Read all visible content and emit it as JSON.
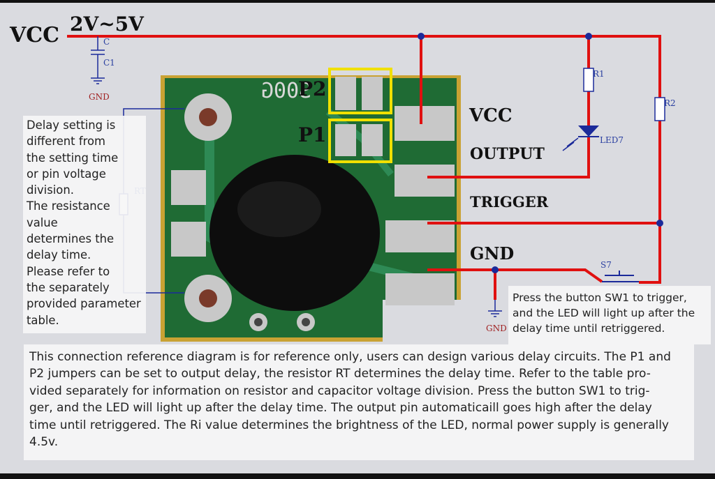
{
  "diagram": {
    "supply_label": "VCC",
    "supply_range": "2V~5V",
    "cap_c": "C",
    "cap_c1": "C1",
    "gnd_top": "GND",
    "gnd_bottom": "GND",
    "pcb_text": "S00G",
    "jumper_p2": "P2",
    "jumper_p1": "P1",
    "pin_vcc": "VCC",
    "pin_output": "OUTPUT",
    "pin_trigger": "TRIGGER",
    "pin_gnd": "GND",
    "r1": "R1",
    "r2": "R2",
    "led": "LED7",
    "switch": "S7",
    "rt": "RT"
  },
  "colors": {
    "wire": "#e01010",
    "schematic": "#1b2a9a",
    "jumper_box": "#f0e000",
    "pcb_green": "#1f6b34",
    "pad_silver": "#c8c8c8",
    "background": "#dadbe0"
  },
  "notes": {
    "left": [
      "Delay setting is",
      "different from",
      "the setting time",
      "or pin voltage",
      "division.",
      "The resistance",
      "value",
      "determines the",
      "delay time.",
      "Please refer to",
      "the separately",
      "provided parameter",
      "table."
    ],
    "right": [
      "Press the button SW1 to trigger,",
      "and the LED will light up after the",
      "delay time until retriggered."
    ],
    "bottom": [
      "This connection reference diagram is for reference only, users can design various delay circuits. The P1 and",
      "P2 jumpers can be set to output delay, the resistor RT determines the delay time. Refer to the table pro-",
      "vided separately for information on resistor and capacitor voltage division. Press the button SW1 to trig-",
      "ger, and the LED will light up after the delay time. The output pin automaticaill goes high after the delay",
      "time until retriggered. The Ri value determines the brightness of the LED, normal power supply is generally",
      "4.5v."
    ]
  }
}
